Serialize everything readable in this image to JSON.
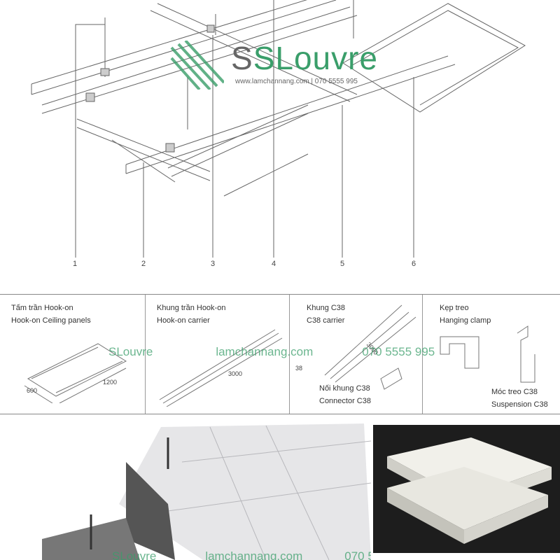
{
  "diagram": {
    "callouts": [
      "1",
      "2",
      "3",
      "4",
      "5",
      "6"
    ],
    "logo": {
      "brand": "SLouvre",
      "website": "www.lamchannang.com",
      "phone": "070 5555 995",
      "color": "#3a9e6a"
    }
  },
  "components": [
    {
      "title_vi": "Tấm trần Hook-on",
      "title_en": "Hook-on Ceiling panels",
      "dims": [
        "600",
        "1200"
      ]
    },
    {
      "title_vi": "Khung trần Hook-on",
      "title_en": "Hook-on carrier",
      "dims": [
        "3000"
      ]
    },
    {
      "title_vi": "Khung C38",
      "title_en": "C38 carrier",
      "dims": [
        "38",
        "3000"
      ],
      "sub_vi": "Nối khung C38",
      "sub_en": "Connector C38"
    },
    {
      "title_vi": "Kẹp treo",
      "title_en": "Hanging clamp",
      "sub_vi": "Móc treo C38",
      "sub_en": "Suspension C38"
    }
  ],
  "watermark": {
    "brand": "SLouvre",
    "website": "lamchannang.com",
    "phone": "070 5555 995"
  }
}
